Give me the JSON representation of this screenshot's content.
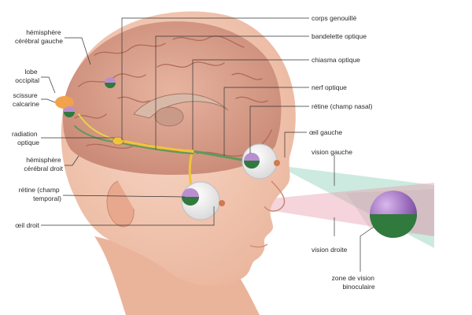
{
  "colors": {
    "skin": "#f3c8b2",
    "skin_shadow": "#e8a88e",
    "brain": "#d9a08a",
    "brain_fold": "#b06a58",
    "optic_path_yellow": "#f0c43a",
    "optic_path_green": "#5f9a5a",
    "eye_purple": "#b98fd0",
    "eye_green": "#2f7a3c",
    "field_left": "#8fd0b8",
    "field_right": "#e8a0b0",
    "leader_line": "#333333"
  },
  "labels_left": [
    {
      "id": "hemisphere_left",
      "lines": [
        "hémisphère",
        "cérébral gauche"
      ]
    },
    {
      "id": "occipital_lobe",
      "lines": [
        "lobe",
        "occipital"
      ]
    },
    {
      "id": "calcarine_fissure",
      "lines": [
        "scissure",
        "calcarine"
      ]
    },
    {
      "id": "optic_radiation",
      "lines": [
        "radiation",
        "optique"
      ]
    },
    {
      "id": "hemisphere_right",
      "lines": [
        "hémisphère",
        "cérébral droit"
      ]
    },
    {
      "id": "retina_temporal",
      "lines": [
        "rétine (champ",
        "temporal)"
      ]
    },
    {
      "id": "right_eye",
      "lines": [
        "œil droit"
      ]
    }
  ],
  "labels_right": [
    {
      "id": "geniculate_body",
      "lines": [
        "corps genouillé"
      ]
    },
    {
      "id": "optic_tract",
      "lines": [
        "bandelette optique"
      ]
    },
    {
      "id": "optic_chiasm",
      "lines": [
        "chiasma optique"
      ]
    },
    {
      "id": "optic_nerve",
      "lines": [
        "nerf optique"
      ]
    },
    {
      "id": "retina_nasal",
      "lines": [
        "rétine (champ nasal)"
      ]
    },
    {
      "id": "left_eye",
      "lines": [
        "œil gauche"
      ]
    },
    {
      "id": "left_vision",
      "lines": [
        "vision gauche"
      ]
    },
    {
      "id": "right_vision",
      "lines": [
        "vision droite"
      ]
    },
    {
      "id": "binocular_zone",
      "lines": [
        "zone de vision",
        "binoculaire"
      ]
    }
  ]
}
